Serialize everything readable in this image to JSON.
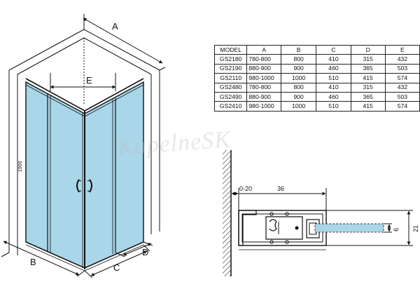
{
  "table": {
    "headers": [
      "MODEL",
      "A",
      "B",
      "C",
      "D",
      "E"
    ],
    "rows": [
      [
        "GS2180",
        "780-800",
        "800",
        "410",
        "315",
        "432"
      ],
      [
        "GS2190",
        "880-900",
        "900",
        "460",
        "365",
        "503"
      ],
      [
        "GS2110",
        "980-1000",
        "1000",
        "510",
        "415",
        "574"
      ],
      [
        "GS2480",
        "780-800",
        "800",
        "410",
        "315",
        "432"
      ],
      [
        "GS2490",
        "880-900",
        "900",
        "460",
        "365",
        "503"
      ],
      [
        "GS2410",
        "980-1000",
        "1000",
        "510",
        "415",
        "574"
      ]
    ]
  },
  "enclosure": {
    "label_a": "A",
    "label_b": "B",
    "label_c": "C",
    "label_d": "D",
    "label_e": "E",
    "height": "1900"
  },
  "profile": {
    "dim_gap": "0-20",
    "dim_width": "36",
    "dim_glass": "6",
    "dim_height": "21"
  },
  "watermark": "KupelneSK",
  "colors": {
    "glass": "#a9d6e8",
    "glass_edge": "#8cc4da",
    "line": "#111111"
  }
}
